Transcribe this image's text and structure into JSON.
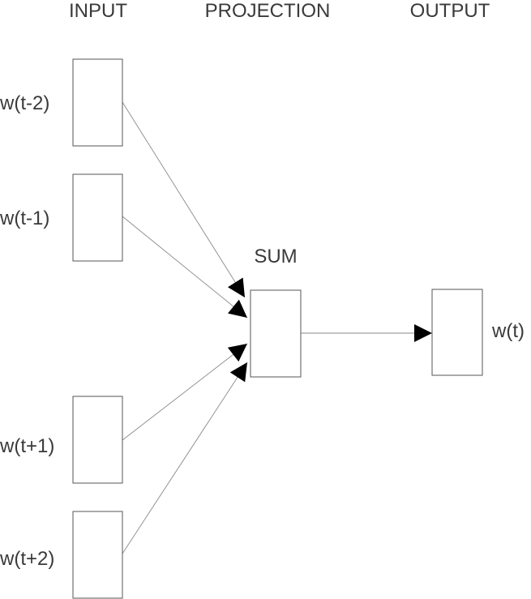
{
  "headers": {
    "input": "INPUT",
    "projection": "PROJECTION",
    "output": "OUTPUT"
  },
  "inputs": [
    {
      "label": "w(t-2)"
    },
    {
      "label": "w(t-1)"
    },
    {
      "label": "w(t+1)"
    },
    {
      "label": "w(t+2)"
    }
  ],
  "projection": {
    "label": "SUM"
  },
  "output": {
    "label": "w(t)"
  },
  "colors": {
    "box_stroke": "#555555",
    "edge": "#8a8a8a",
    "arrowhead": "#000000",
    "text": "#3a3a3a"
  }
}
